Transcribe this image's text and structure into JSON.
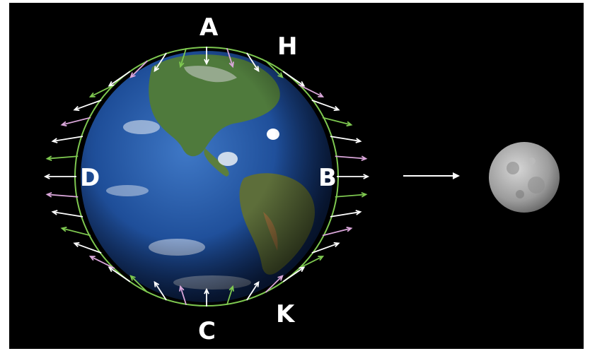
{
  "labels": {
    "top": "A",
    "upper_right": "H",
    "right": "B",
    "bottom": "C",
    "lower_right": "K",
    "left": "D"
  },
  "colors": {
    "space": "#000000",
    "frame": "#ffffff",
    "arrow_white": "#ffffff",
    "arrow_green": "#7ec850",
    "arrow_pink": "#d9a6d9",
    "ocean": "#1f4f9a",
    "land": "#4f7a3c",
    "moon": "#a8a8a8"
  },
  "icons": [
    "earth-icon",
    "moon-icon",
    "tidal-force-arrow-icon"
  ]
}
